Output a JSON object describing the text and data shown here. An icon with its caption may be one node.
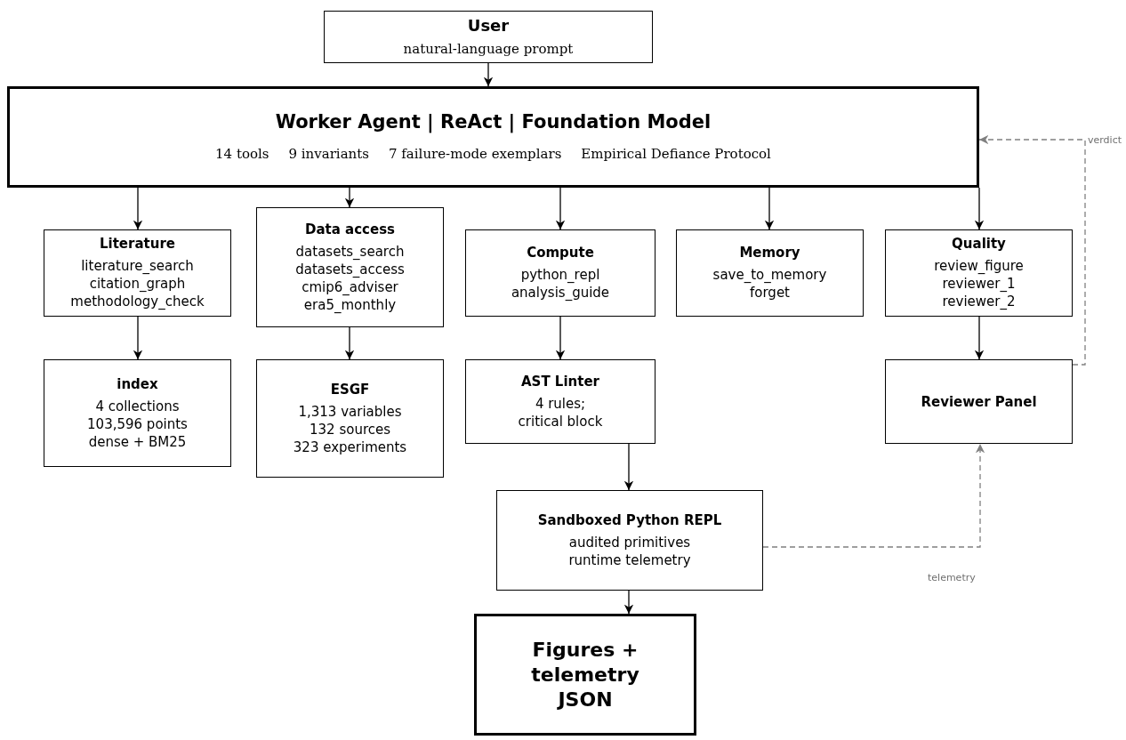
{
  "diagram": {
    "nodes": [
      {
        "text": [
          "User",
          "natural-language prompt"
        ]
      },
      {
        "text": [
          "Worker Agent | ReAct | Foundation Model",
          "14 tools",
          "9 invariants",
          "7 failure-mode exemplars",
          "Empirical Defiance Protocol"
        ]
      },
      {
        "text": [
          "Literature",
          "literature_search",
          "citation_graph",
          "methodology_check"
        ]
      },
      {
        "text": [
          "Data access",
          "datasets_search",
          "datasets_access",
          "cmip6_adviser",
          "era5_monthly"
        ]
      },
      {
        "text": [
          "Compute",
          "python_repl",
          "analysis_guide"
        ]
      },
      {
        "text": [
          "Memory",
          "save_to_memory",
          "forget"
        ]
      },
      {
        "text": [
          "Quality",
          "review_figure",
          "reviewer_1",
          "reviewer_2"
        ]
      },
      {
        "text": [
          "index",
          "4 collections",
          "103,596 points",
          "dense + BM25"
        ]
      },
      {
        "text": [
          "ESGF",
          "1,313 variables",
          "132 sources",
          "323 experiments"
        ]
      },
      {
        "text": [
          "AST Linter",
          "4 rules; critical block"
        ]
      },
      {
        "text": [
          "Reviewer Panel"
        ]
      },
      {
        "text": [
          "Sandboxed Python REPL",
          "audited primitives",
          "runtime telemetry"
        ]
      },
      {
        "text": [
          "Figures + telemetry JSON"
        ]
      }
    ],
    "edges": [
      {
        "from": 0,
        "to": 1,
        "arrow": "to"
      },
      {
        "from": 1,
        "to": 2,
        "arrow": "to"
      },
      {
        "from": 1,
        "to": 3,
        "arrow": "to"
      },
      {
        "from": 1,
        "to": 4,
        "arrow": "to"
      },
      {
        "from": 1,
        "to": 5,
        "arrow": "to"
      },
      {
        "from": 1,
        "to": 6,
        "arrow": "to"
      },
      {
        "from": 2,
        "to": 7,
        "arrow": "to"
      },
      {
        "from": 3,
        "to": 8,
        "arrow": "to"
      },
      {
        "from": 4,
        "to": 9,
        "arrow": "to"
      },
      {
        "from": 6,
        "to": 10,
        "arrow": "to"
      },
      {
        "from": 9,
        "to": 11,
        "arrow": "to"
      },
      {
        "from": 11,
        "to": 12,
        "arrow": "to"
      },
      {
        "from": 11,
        "to": 10,
        "arrow": "to",
        "label": "telemetry",
        "style": "dashed",
        "color": "#808080"
      },
      {
        "from": 10,
        "to": 1,
        "arrow": "to",
        "label": "verdict",
        "style": "dashed",
        "color": "#808080"
      }
    ]
  }
}
